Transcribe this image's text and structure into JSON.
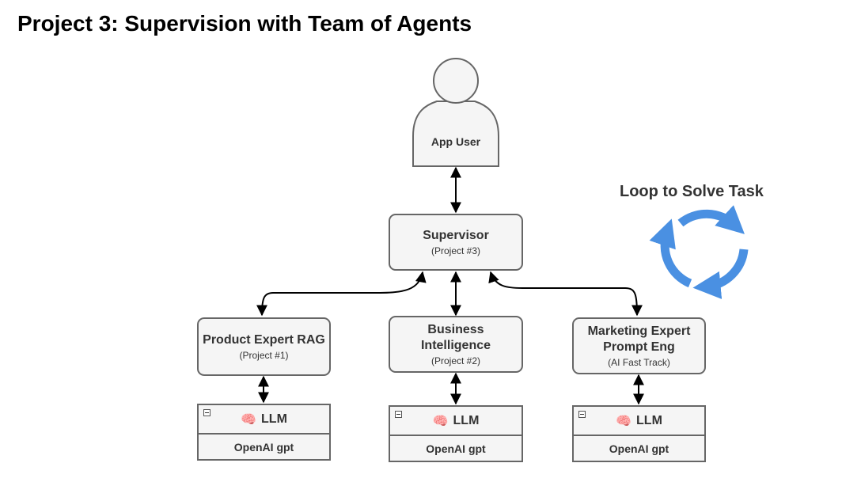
{
  "title": "Project 3: Supervision with Team of Agents",
  "user": {
    "label": "App User"
  },
  "supervisor": {
    "title": "Supervisor",
    "subtitle": "(Project #3)"
  },
  "agents": [
    {
      "title": "Product Expert RAG",
      "subtitle": "(Project #1)"
    },
    {
      "title": "Business Intelligence",
      "subtitle": "(Project #2)"
    },
    {
      "title": "Marketing Expert Prompt Eng",
      "subtitle": "(AI Fast Track)"
    }
  ],
  "llm_blocks": [
    {
      "icon": "brain-icon",
      "emoji": "🧠",
      "label": "LLM",
      "model": "OpenAI gpt"
    },
    {
      "icon": "brain-icon",
      "emoji": "🧠",
      "label": "LLM",
      "model": "OpenAI gpt"
    },
    {
      "icon": "brain-icon",
      "emoji": "🧠",
      "label": "LLM",
      "model": "OpenAI gpt"
    }
  ],
  "loop": {
    "label": "Loop to Solve Task",
    "icon": "cycle-arrows-icon",
    "color": "#4a90e2"
  },
  "colors": {
    "box_fill": "#f5f5f5",
    "box_stroke": "#666666",
    "text": "#333333",
    "arrow": "#000000"
  }
}
